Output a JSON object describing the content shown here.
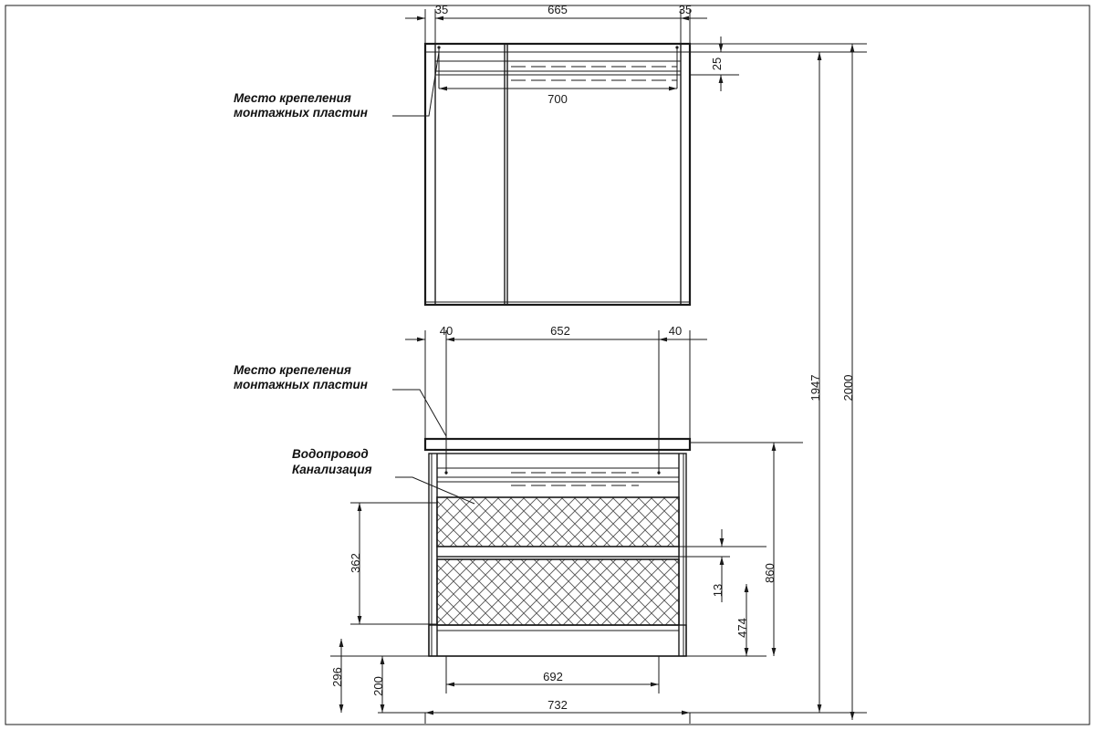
{
  "drawing": {
    "title": "Technical dimension drawing — bathroom cabinet (front and side views)",
    "units": "mm",
    "line_color": "#1a1a1a",
    "background": "#ffffff"
  },
  "annotations": [
    {
      "id": "mount-plates-upper",
      "line1": "Место крепеления",
      "line2": "монтажных пластин"
    },
    {
      "id": "mount-plates-lower",
      "line1": "Место крепеления",
      "line2": "монтажных пластин"
    },
    {
      "id": "plumbing",
      "line1": "Водопровод",
      "line2": "Канализация"
    }
  ],
  "dimensions": {
    "upper_view": {
      "left_offset": "35",
      "center_width": "665",
      "right_offset": "35",
      "inner_width": "700",
      "top_offset": "25"
    },
    "lower_view": {
      "left_offset": "40",
      "center_width": "652",
      "right_offset": "40",
      "height_upper_drawer": "362",
      "height_lower": "296",
      "plinth": "200",
      "drawer_gap": "13",
      "lower_height": "474",
      "counter_height": "860",
      "body_width": "692",
      "total_width": "732"
    },
    "overall": {
      "mirror_top": "1947",
      "total_height": "2000"
    }
  }
}
